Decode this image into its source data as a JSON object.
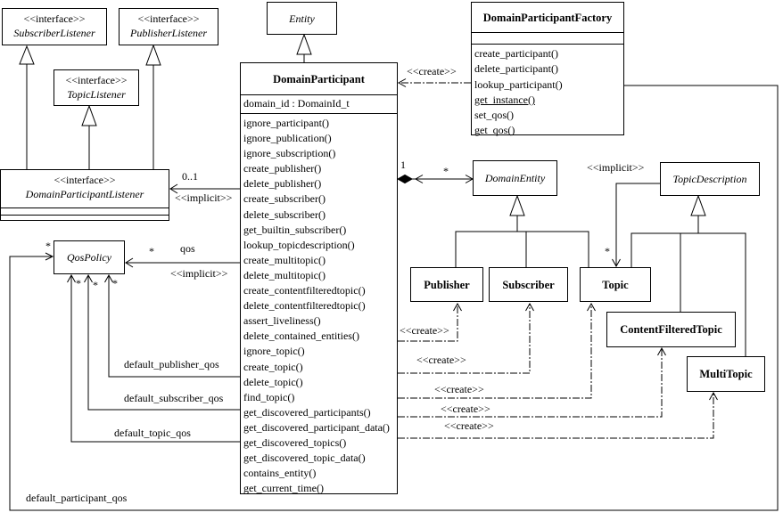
{
  "labels": {
    "create": "<<create>>",
    "implicit": "<<implicit>>",
    "qos": "qos",
    "zero_one": "0..1",
    "one": "1",
    "star": "*",
    "default_publisher_qos": "default_publisher_qos",
    "default_subscriber_qos": "default_subscriber_qos",
    "default_topic_qos": "default_topic_qos",
    "default_participant_qos": "default_participant_qos"
  },
  "classes": {
    "subscriber_listener": {
      "stereotype": "<<interface>>",
      "name": "SubscriberListener"
    },
    "publisher_listener": {
      "stereotype": "<<interface>>",
      "name": "PublisherListener"
    },
    "topic_listener": {
      "stereotype": "<<interface>>",
      "name": "TopicListener"
    },
    "domain_participant_listener": {
      "stereotype": "<<interface>>",
      "name": "DomainParticipantListener"
    },
    "entity": {
      "name": "Entity"
    },
    "domain_participant": {
      "name": "DomainParticipant",
      "attributes": [
        "domain_id : DomainId_t"
      ],
      "methods": [
        "ignore_participant()",
        "ignore_publication()",
        "ignore_subscription()",
        "create_publisher()",
        "delete_publisher()",
        "create_subscriber()",
        "delete_subscriber()",
        "get_builtin_subscriber()",
        "lookup_topicdescription()",
        "create_multitopic()",
        "delete_multitopic()",
        "create_contentfilteredtopic()",
        "delete_contentfilteredtopic()",
        "assert_liveliness()",
        "delete_contained_entities()",
        "ignore_topic()",
        "create_topic()",
        "delete_topic()",
        "find_topic()",
        "get_discovered_participants()",
        "get_discovered_participant_data()",
        "get_discovered_topics()",
        "get_discovered_topic_data()",
        "contains_entity()",
        "get_current_time()"
      ]
    },
    "domain_participant_factory": {
      "name": "DomainParticipantFactory",
      "methods": [
        "create_participant()",
        "delete_participant()",
        "lookup_participant()",
        "get_instance()",
        "set_qos()",
        "get_qos()"
      ],
      "underline_index": 3
    },
    "domain_entity": {
      "name": "DomainEntity"
    },
    "topic_description": {
      "name": "TopicDescription"
    },
    "qos_policy": {
      "name": "QosPolicy"
    },
    "publisher": {
      "name": "Publisher"
    },
    "subscriber": {
      "name": "Subscriber"
    },
    "topic": {
      "name": "Topic"
    },
    "content_filtered_topic": {
      "name": "ContentFilteredTopic"
    },
    "multi_topic": {
      "name": "MultiTopic"
    }
  }
}
